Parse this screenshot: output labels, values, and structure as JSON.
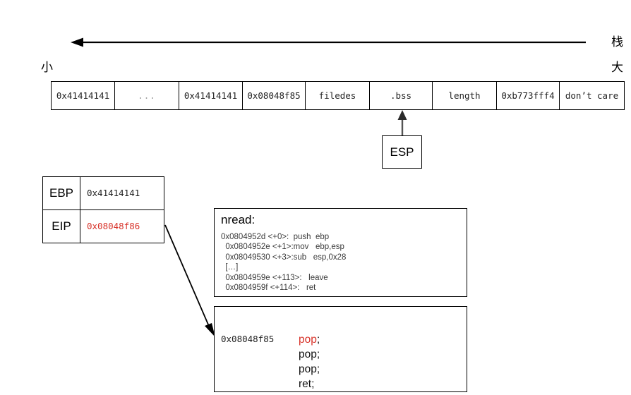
{
  "annotations": {
    "stack_label": "栈",
    "low_label": "小",
    "high_label": "大",
    "growth_arrow": "left-arrow-icon"
  },
  "stack": {
    "cells": [
      {
        "text": "0x41414141",
        "width": 90,
        "muted": false
      },
      {
        "text": "...",
        "width": 91,
        "muted": true
      },
      {
        "text": "0x41414141",
        "width": 90,
        "muted": false
      },
      {
        "text": "0x08048f85",
        "width": 89,
        "muted": false
      },
      {
        "text": "filedes",
        "width": 91,
        "muted": false
      },
      {
        "text": ".bss",
        "width": 89,
        "muted": false
      },
      {
        "text": "length",
        "width": 91,
        "muted": false
      },
      {
        "text": "0xb773fff4",
        "width": 89,
        "muted": false
      },
      {
        "text": "don’t care",
        "width": 91,
        "muted": false
      }
    ]
  },
  "esp": {
    "label": "ESP",
    "pointer_icon": "up-arrow-icon"
  },
  "registers": {
    "rows": [
      {
        "name": "EBP",
        "value": "0x41414141",
        "highlight": false
      },
      {
        "name": "EIP",
        "value": "0x08048f86",
        "highlight": true
      }
    ]
  },
  "nread": {
    "title": "nread:",
    "lines": [
      "0x0804952d <+0>:  push  ebp",
      "  0x0804952e <+1>:mov   ebp,esp",
      "  0x08049530 <+3>:sub   esp,0x28",
      "  […]",
      "  0x0804959e <+113>:   leave",
      "  0x0804959f <+114>:   ret"
    ]
  },
  "gadget": {
    "address": "0x08048f85",
    "instructions": [
      {
        "op": "pop",
        "sep": ";"
      },
      {
        "op": "pop",
        "sep": ";"
      },
      {
        "op": "pop",
        "sep": ";"
      },
      {
        "op": "ret",
        "sep": ";"
      }
    ]
  },
  "colors": {
    "highlight_red": "#d8342b",
    "stroke": "#000000",
    "muted_text": "#9a9a9a",
    "pointer_gray": "#555555"
  }
}
